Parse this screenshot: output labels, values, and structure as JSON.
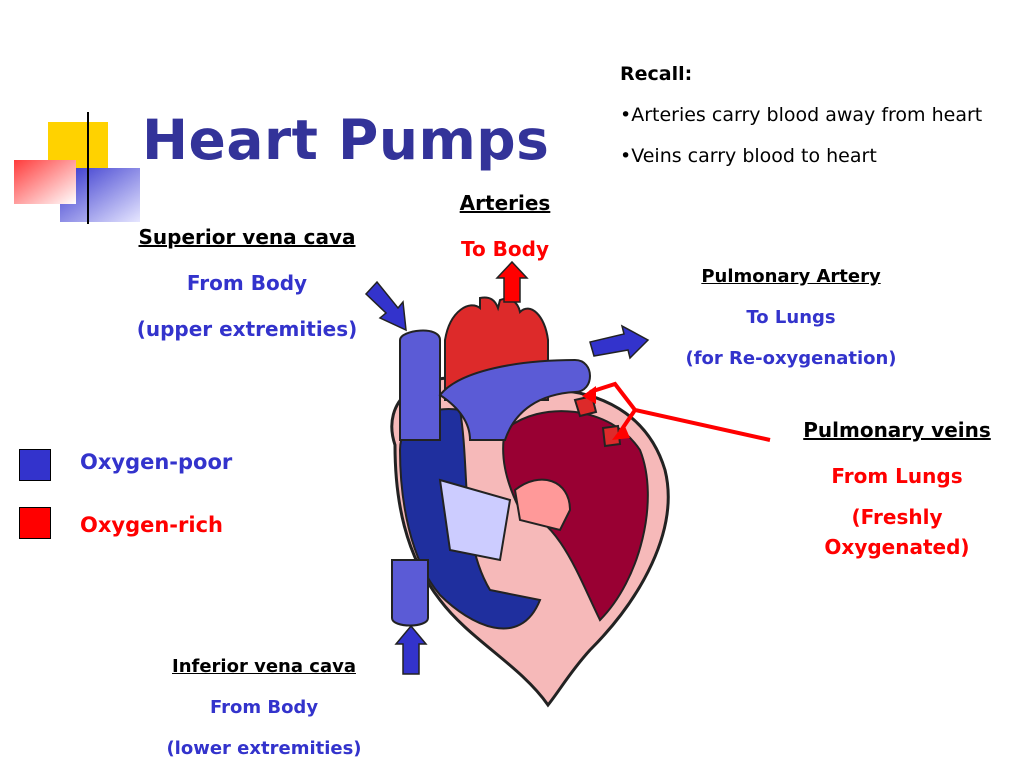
{
  "title": "Heart Pumps",
  "recall": {
    "heading": "Recall:",
    "items": [
      "•Arteries carry blood away from heart",
      "•Veins carry blood to heart"
    ]
  },
  "labels": {
    "arteries": {
      "name": "Arteries",
      "sub": "To Body"
    },
    "superior_vena_cava": {
      "name": "Superior vena cava",
      "sub1": "From Body",
      "sub2": "(upper extremities)"
    },
    "pulmonary_artery": {
      "name": "Pulmonary Artery",
      "sub1": "To Lungs",
      "sub2": "(for Re-oxygenation)"
    },
    "pulmonary_veins": {
      "name": "Pulmonary veins",
      "sub1": "From Lungs",
      "sub2": "(Freshly",
      "sub3": "Oxygenated)"
    },
    "inferior_vena_cava": {
      "name": "Inferior vena cava",
      "sub1": "From Body",
      "sub2": "(lower extremities)"
    }
  },
  "legend": [
    {
      "label": "Oxygen-poor",
      "color": "#3333cc"
    },
    {
      "label": "Oxygen-rich",
      "color": "#ff0000"
    }
  ],
  "colors": {
    "title": "#333399",
    "oxygen_poor": "#3333cc",
    "oxygen_rich": "#ff0000",
    "heart_wall": "#f6b9b9",
    "left_chamber": "#990033",
    "aorta": "#dd2a2a"
  }
}
